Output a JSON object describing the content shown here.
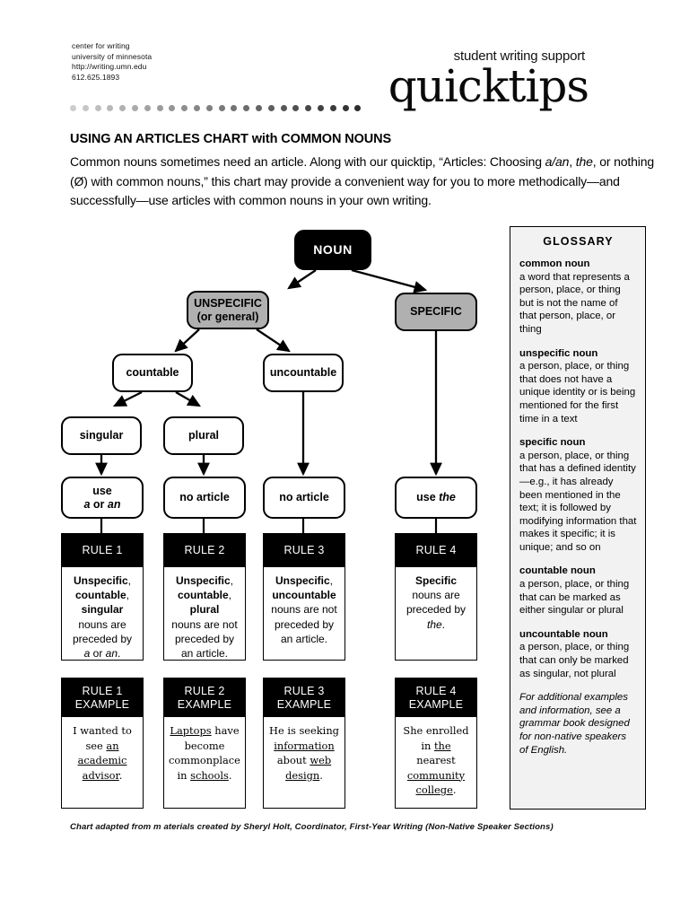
{
  "header": {
    "address_lines": [
      "center for writing",
      "university of minnesota",
      "http://writing.umn.edu",
      "612.625.1893"
    ],
    "tagline": "student writing support",
    "wordmark": "quicktips",
    "dot_count": 24
  },
  "page": {
    "title": "USING AN ARTICLES CHART with COMMON NOUNS",
    "intro_html": "Common nouns sometimes need an article. Along with our quicktip, &ldquo;Articles: Choosing <i>a/an</i>, <i>the</i>, or nothing (&Oslash;) with common nouns,&rdquo; this chart may provide a convenient way for you to more methodically&mdash;and successfully&mdash;use articles with common nouns in your own writing.",
    "footer": "Chart adapted from m aterials created by Sheryl Holt, Coordinator, First-Year Writing (Non-Native Speaker Sections)"
  },
  "chart_data": {
    "type": "diagram",
    "title": "Articles chart for common nouns",
    "nodes": [
      {
        "id": "noun",
        "label": "NOUN",
        "style": "black"
      },
      {
        "id": "unspecific",
        "label_html": "UNSPECIFIC<br>(or general)",
        "style": "gray"
      },
      {
        "id": "specific",
        "label": "SPECIFIC",
        "style": "gray"
      },
      {
        "id": "countable",
        "label": "countable",
        "style": "white"
      },
      {
        "id": "uncountable",
        "label": "uncountable",
        "style": "white"
      },
      {
        "id": "singular",
        "label": "singular",
        "style": "white"
      },
      {
        "id": "plural",
        "label": "plural",
        "style": "white"
      },
      {
        "id": "use-a-an",
        "label_html": "use<br><i>a</i> or <i>an</i>",
        "style": "white"
      },
      {
        "id": "no-article-2",
        "label": "no article",
        "style": "white"
      },
      {
        "id": "no-article-3",
        "label": "no article",
        "style": "white"
      },
      {
        "id": "use-the",
        "label_html": "use <i>the</i>",
        "style": "white"
      }
    ],
    "edges": [
      {
        "from": "noun",
        "to": "unspecific"
      },
      {
        "from": "noun",
        "to": "specific"
      },
      {
        "from": "unspecific",
        "to": "countable"
      },
      {
        "from": "unspecific",
        "to": "uncountable"
      },
      {
        "from": "countable",
        "to": "singular"
      },
      {
        "from": "countable",
        "to": "plural"
      },
      {
        "from": "singular",
        "to": "use-a-an"
      },
      {
        "from": "plural",
        "to": "no-article-2"
      },
      {
        "from": "uncountable",
        "to": "no-article-3"
      },
      {
        "from": "specific",
        "to": "use-the"
      }
    ]
  },
  "rules": [
    {
      "header": "RULE 1",
      "body_html": "<b>Unspecific</b>,<br><b>countable</b>,<br><b>singular</b><br>nouns are<br>preceded by<br><i>a</i> or <i>an</i>."
    },
    {
      "header": "RULE 2",
      "body_html": "<b>Unspecific</b>,<br><b>countable</b>,<br><b>plural</b><br>nouns are not<br>preceded by<br>an article."
    },
    {
      "header": "RULE 3",
      "body_html": "<b>Unspecific</b>,<br><b>uncountable</b><br>nouns are not<br>preceded by<br>an article."
    },
    {
      "header": "RULE 4",
      "body_html": "<b>Specific</b><br>nouns are<br>preceded by<br><i>the</i>."
    }
  ],
  "examples": [
    {
      "header_html": "RULE 1<br>EXAMPLE",
      "body_html": "I wanted to<br>see <u>an</u><br><u>academic</u><br><u>advisor</u>."
    },
    {
      "header_html": "RULE 2<br>EXAMPLE",
      "body_html": "<u>Laptops</u> have<br>become<br>commonplace<br>in <u>schools</u>."
    },
    {
      "header_html": "RULE 3<br>EXAMPLE",
      "body_html": "He is seeking<br><u>information</u><br>about <u>web</u><br><u>design</u>."
    },
    {
      "header_html": "RULE 4<br>EXAMPLE",
      "body_html": "She enrolled<br>in <u>the</u> nearest<br><u>community</u><br><u>college</u>."
    }
  ],
  "glossary": {
    "title": "GLOSSARY",
    "entries": [
      {
        "term": "common noun",
        "definition": "a word that represents a person, place, or thing but is not the name of that person, place, or thing"
      },
      {
        "term": "unspecific noun",
        "definition": "a person, place, or thing that does not have a unique identity or is being mentioned for the first time in a text"
      },
      {
        "term": "specific noun",
        "definition": "a person, place, or thing that has a defined identity—e.g., it has already been mentioned in the text; it is followed by modifying information that makes it specific; it is unique; and so on"
      },
      {
        "term": "countable noun",
        "definition": "a person, place, or thing that can be marked as either singular or plural"
      },
      {
        "term": "uncountable noun",
        "definition": "a person, place, or thing that can only be marked as singular, not plural"
      }
    ],
    "note": "For additional examples and information, see a grammar book designed for non-native speakers of English."
  },
  "colors": {
    "black": "#000000",
    "gray_node": "#b0b0b0",
    "glossary_bg": "#f2f2f2"
  }
}
